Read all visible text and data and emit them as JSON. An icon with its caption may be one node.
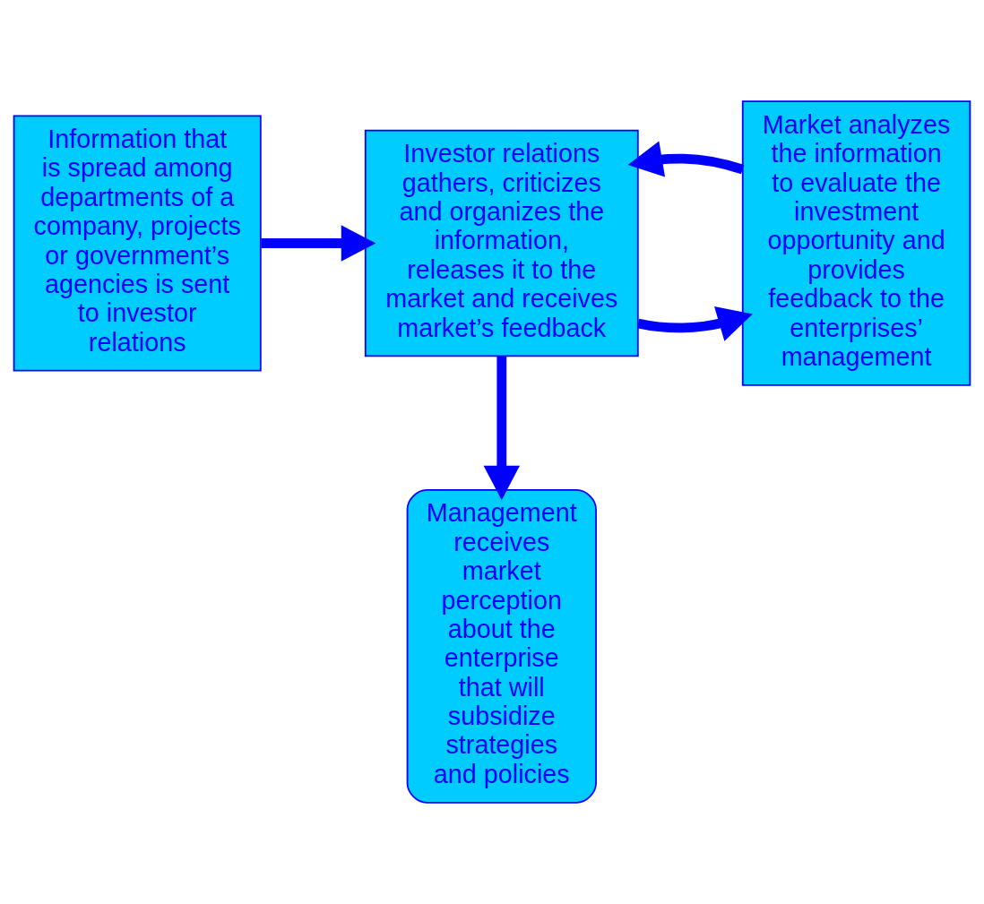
{
  "diagram": {
    "nodes": [
      {
        "text": [
          "Information that is spread among departments of a company, projects or government’s agencies is sent to investor relations"
        ]
      },
      {
        "text": [
          "Investor relations gathers, criticizes and organizes the information, releases it to the market and receives market’s feedback"
        ]
      },
      {
        "text": [
          "Market analyzes the information to evaluate the investment opportunity and provides feedback to the enterprises’ management"
        ]
      },
      {
        "text": [
          "Management receives market perception about the enterprise that will subsidize strategies and policies"
        ]
      }
    ],
    "edges": [
      {
        "from": 0,
        "to": 1,
        "arrow": "to"
      },
      {
        "from": 1,
        "to": 2,
        "arrow": "to"
      },
      {
        "from": 2,
        "to": 1,
        "arrow": "to"
      },
      {
        "from": 1,
        "to": 3,
        "arrow": "to"
      }
    ]
  }
}
